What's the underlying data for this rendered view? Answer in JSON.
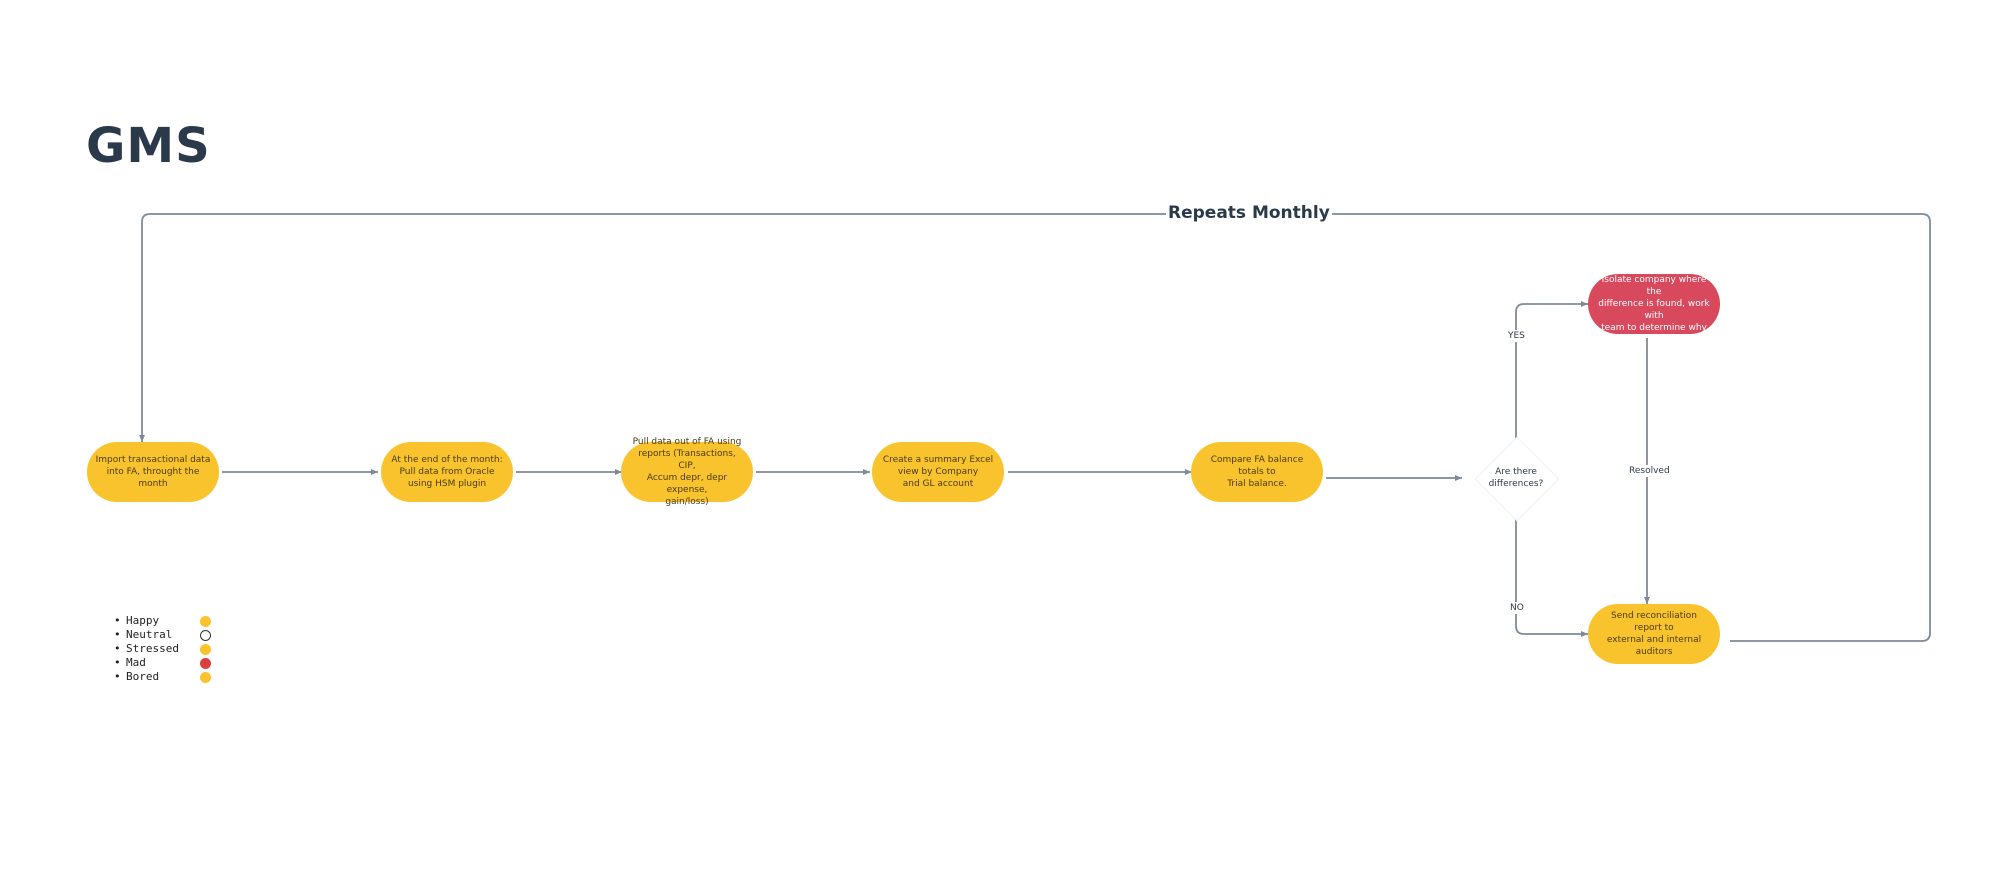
{
  "title": "GMS",
  "loop_label": "Repeats Monthly",
  "colors": {
    "process": "#f9c32d",
    "alert": "#d9495d",
    "line": "#7d8a98",
    "text": "#2b3a4a"
  },
  "nodes": {
    "import": "Import transactional data\ninto FA, throught the month",
    "pull_hsm": "At the end of the month:\nPull data from Oracle\nusing HSM plugin",
    "pull_reports": "Pull data out of FA using\nreports (Transactions, CIP,\nAccum depr, depr expense,\ngain/loss)",
    "summary": "Create a summary Excel\nview by Company\nand GL account",
    "compare": "Compare FA balance totals to\nTrial balance.",
    "decision": "Are there\ndifferences?",
    "isolate": "Isolate company  where the\ndifference is found, work with\nteam to determine why",
    "send": "Send reconciliation report to\nexternal and internal auditors"
  },
  "edge_labels": {
    "yes": "YES",
    "no": "NO",
    "resolved": "Resolved"
  },
  "legend": [
    {
      "label": "Happy",
      "icon": "happy-face-icon"
    },
    {
      "label": "Neutral",
      "icon": "neutral-face-icon"
    },
    {
      "label": "Stressed",
      "icon": "stressed-face-icon"
    },
    {
      "label": "Mad",
      "icon": "mad-face-icon"
    },
    {
      "label": "Bored",
      "icon": "bored-face-icon"
    }
  ]
}
